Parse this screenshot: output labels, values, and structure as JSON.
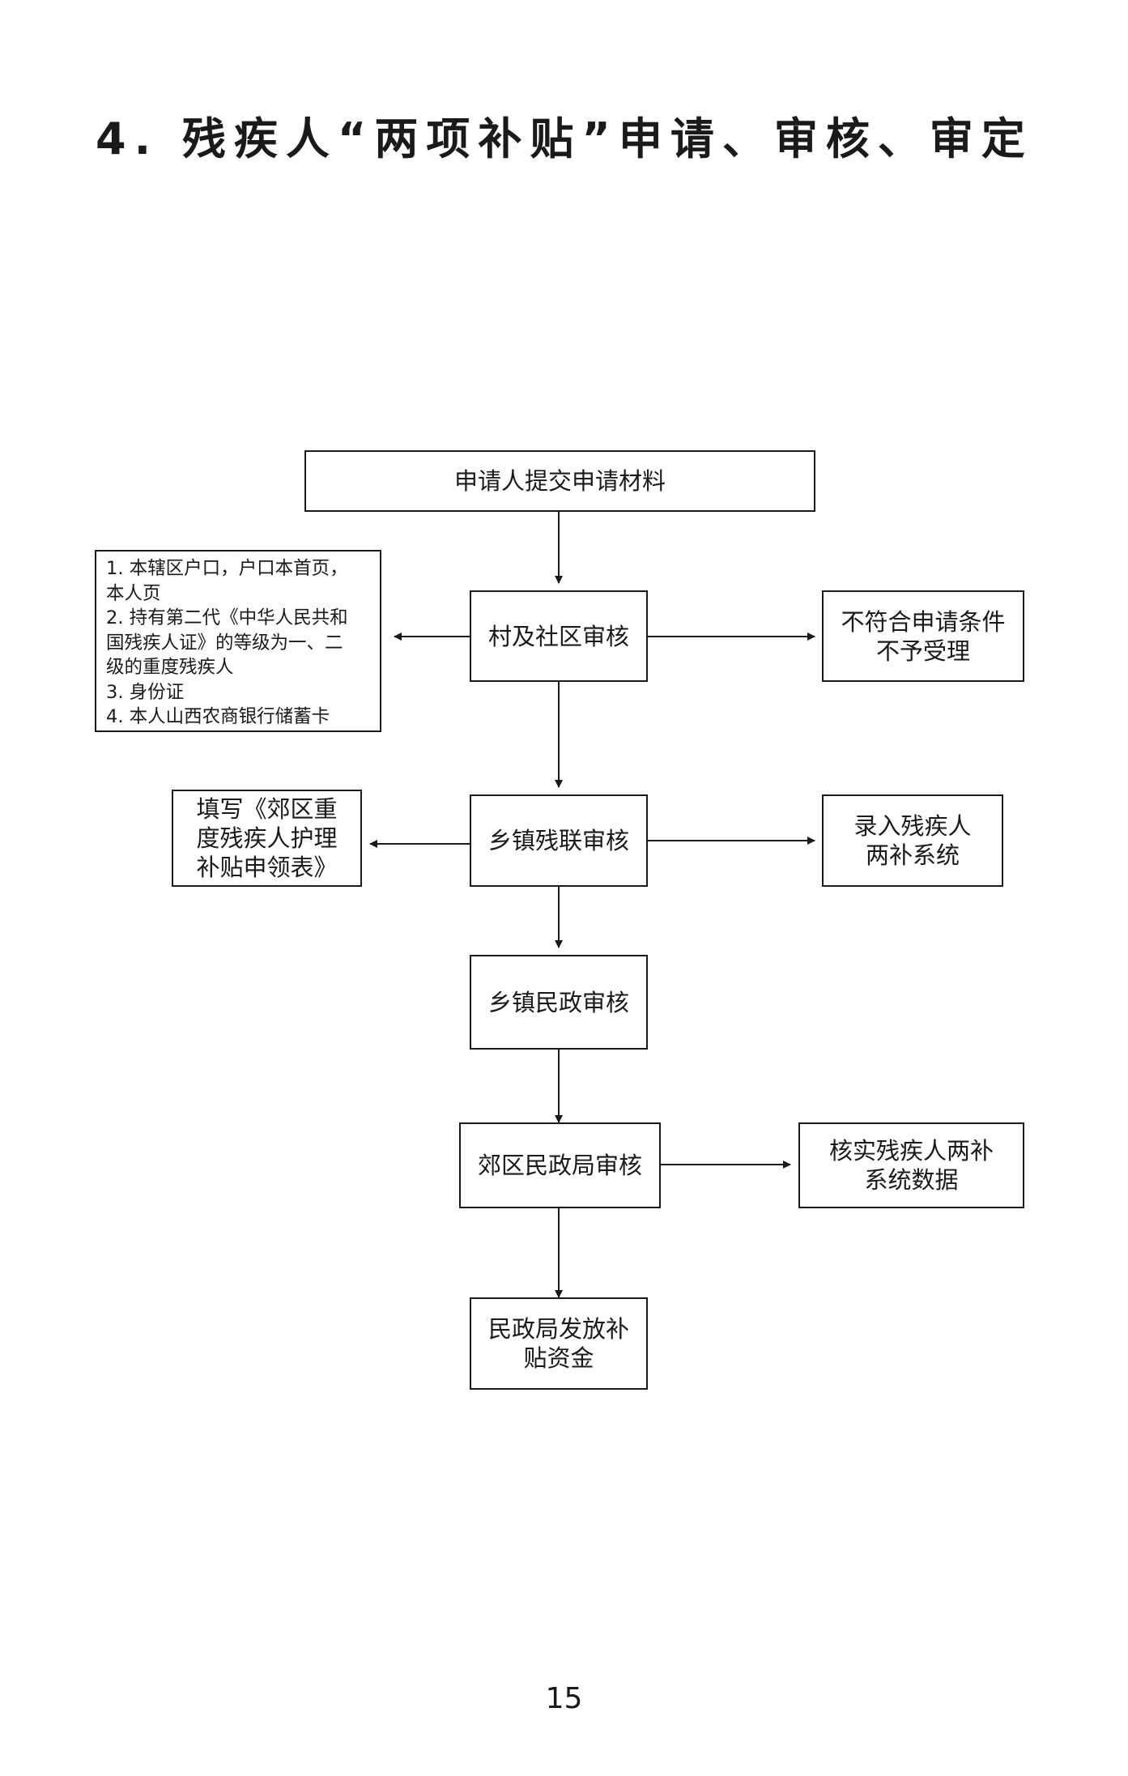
{
  "page_title": "4. 残疾人“两项补贴”申请、审核、审定",
  "nodes": {
    "submit": "申请人提交申请材料",
    "village_review": "村及社区审核",
    "reject": "不符合申请条件\n不予受理",
    "township_dpf_review": "乡镇残联审核",
    "fill_form": "填写《郊区重\n度残疾人护理\n补贴申领表》",
    "enter_system": "录入残疾人\n两补系统",
    "township_civil_review": "乡镇民政审核",
    "district_civil_review": "郊区民政局审核",
    "verify_data": "核实残疾人两补\n系统数据",
    "disburse": "民政局发放补\n贴资金"
  },
  "requirements": [
    "1. 本辖区户口，户口本首页，",
    "本人页",
    "2. 持有第二代《中华人民共和",
    "国残疾人证》的等级为一、二",
    "级的重度残疾人",
    "3. 身份证",
    "4. 本人山西农商银行储蓄卡"
  ],
  "page_number": "15",
  "colors": {
    "stroke": "#1a1a1a",
    "background": "#ffffff"
  }
}
